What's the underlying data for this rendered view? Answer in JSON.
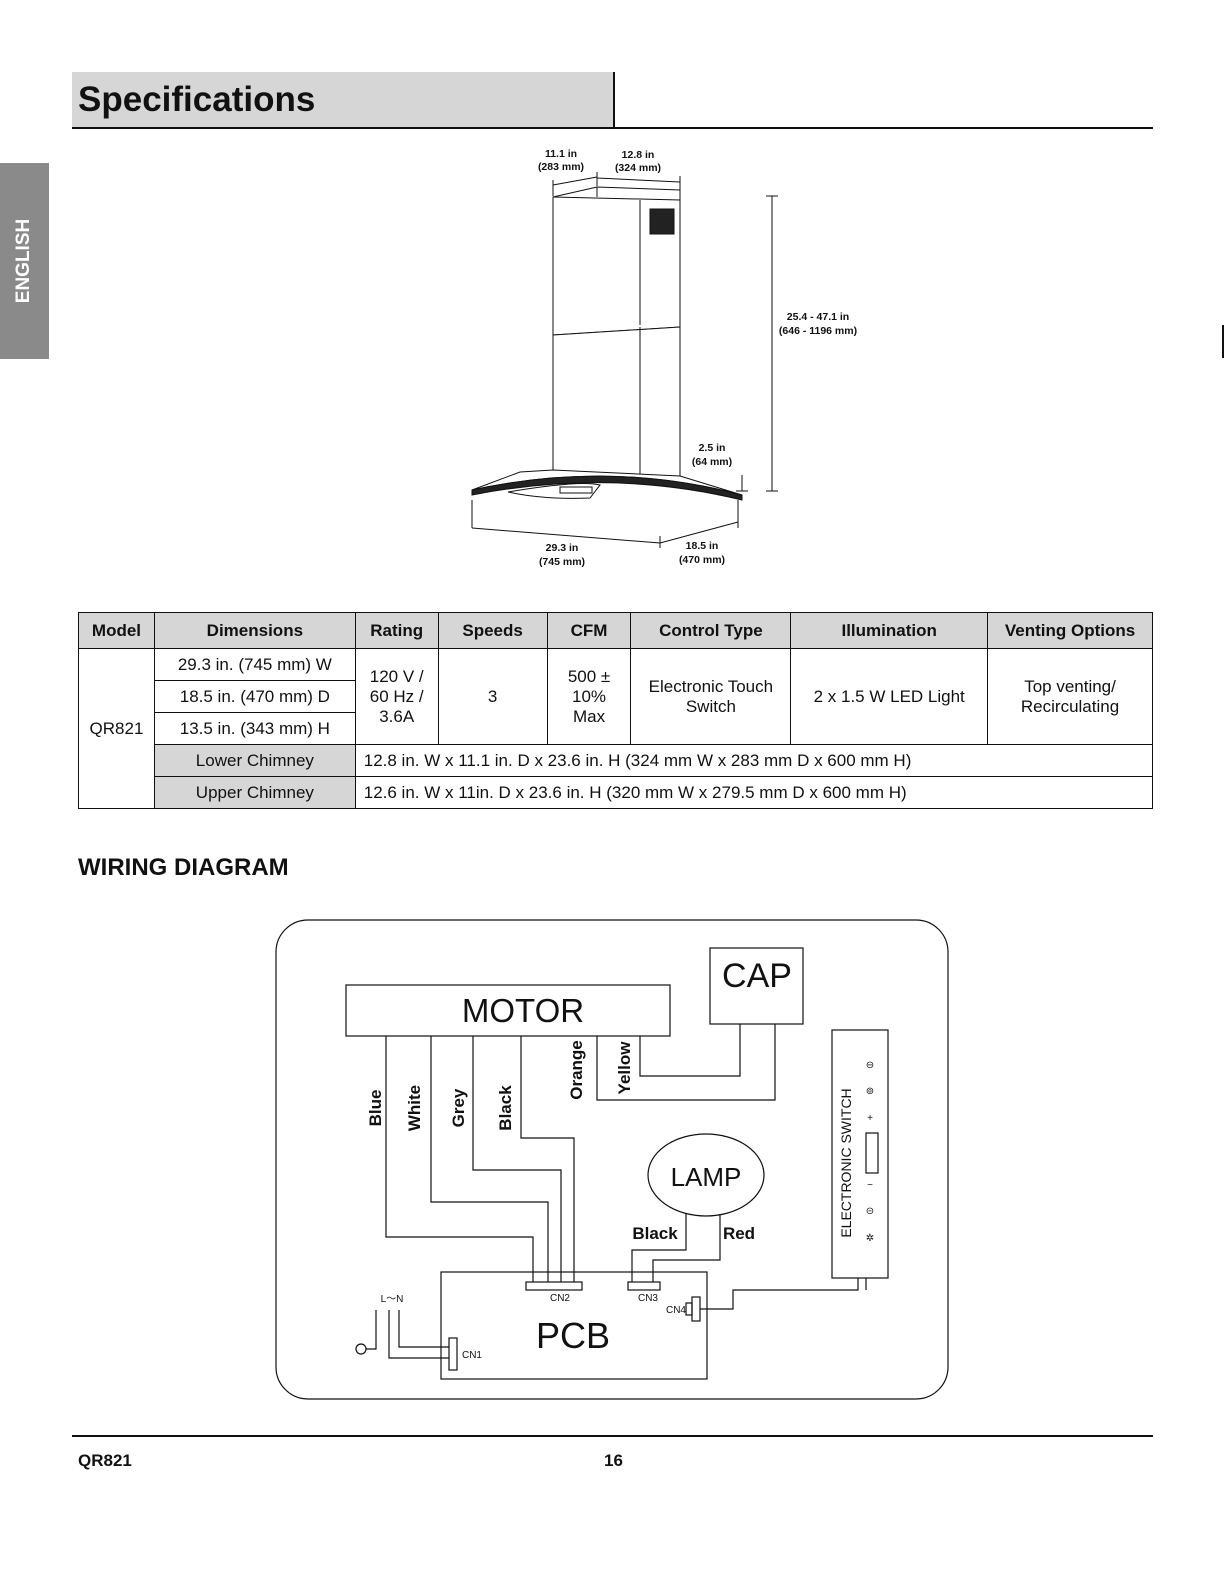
{
  "header": {
    "title": "Specifications"
  },
  "sidebar": {
    "language_tab": "ENGLISH"
  },
  "drawing": {
    "depth_top": [
      "11.1 in",
      "(283 mm)"
    ],
    "width_top": [
      "12.8 in",
      "(324 mm)"
    ],
    "height_total": [
      "25.4 - 47.1 in",
      "(646 - 1196 mm)"
    ],
    "canopy_height": [
      "2.5 in",
      "(64 mm)"
    ],
    "width_bottom": [
      "29.3 in",
      "(745 mm)"
    ],
    "depth_bottom": [
      "18.5 in",
      "(470 mm)"
    ]
  },
  "spec_table": {
    "headers": [
      "Model",
      "Dimensions",
      "Rating",
      "Speeds",
      "CFM",
      "Control Type",
      "Illumination",
      "Venting Options"
    ],
    "model": "QR821",
    "dimensions": [
      "29.3 in. (745 mm) W",
      "18.5 in. (470 mm) D",
      "13.5 in. (343 mm) H"
    ],
    "rating": [
      "120 V /",
      "60 Hz /",
      "3.6A"
    ],
    "speeds": "3",
    "cfm": [
      "500 ±",
      "10%",
      "Max"
    ],
    "control_type": [
      "Electronic Touch",
      "Switch"
    ],
    "illumination": "2 x 1.5 W LED Light",
    "venting": [
      "Top venting/",
      "Recirculating"
    ],
    "lower_chimney_label": "Lower Chimney",
    "lower_chimney_value": "12.8 in. W x 11.1 in. D x 23.6 in. H (324 mm W x 283 mm D x 600 mm H)",
    "upper_chimney_label": "Upper Chimney",
    "upper_chimney_value": "12.6 in. W x 11in. D x 23.6 in. H (320 mm W x 279.5 mm D x 600 mm H)"
  },
  "wiring": {
    "title": "WIRING DIAGRAM",
    "motor": "MOTOR",
    "cap": "CAP",
    "lamp": "LAMP",
    "pcb": "PCB",
    "switch": "ELECTRONIC  SWITCH",
    "wire_blue": "Blue",
    "wire_white": "White",
    "wire_grey": "Grey",
    "wire_black": "Black",
    "wire_orange": "Orange",
    "wire_yellow": "Yellow",
    "lamp_black": "Black",
    "lamp_red": "Red",
    "cn1": "CN1",
    "cn2": "CN2",
    "cn3": "CN3",
    "cn4": "CN4",
    "power": "L～N",
    "switch_symbols": [
      "⊖",
      "⊚",
      "+",
      "−",
      "⊝",
      "✲"
    ]
  },
  "footer": {
    "model": "QR821",
    "page": "16"
  }
}
